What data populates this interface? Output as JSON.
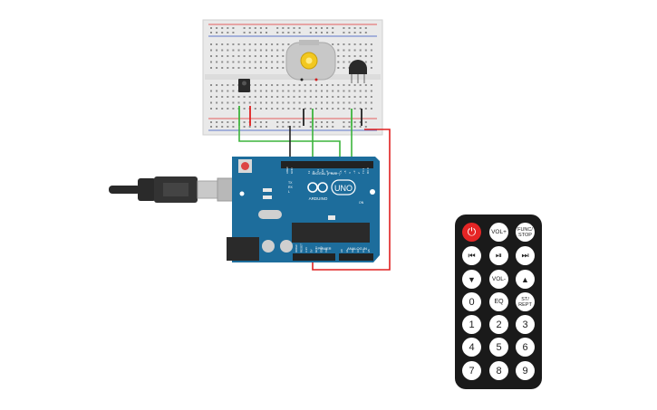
{
  "board": {
    "logo": "ARDUINO",
    "model": "UNO",
    "digital_label": "DIGITAL (PWM~)",
    "power_label": "POWER",
    "analog_label": "ANALOG IN",
    "tx_label": "TX",
    "rx_label": "RX",
    "l_label": "L",
    "on_label": "ON",
    "aref_label": "AREF",
    "gnd_label": "GND",
    "power_pins": [
      "IOREF",
      "RESET",
      "3.3V",
      "5V",
      "GND",
      "GND",
      "Vin"
    ],
    "analog_pins": [
      "A0",
      "A1",
      "A2",
      "A3",
      "A4",
      "A5"
    ],
    "digital_pins": [
      "13",
      "12",
      "~11",
      "~10",
      "~9",
      "8",
      "7",
      "~6",
      "~5",
      "4",
      "~3",
      "2",
      "TX 1",
      "RX 0"
    ]
  },
  "remote": {
    "buttons": [
      {
        "id": "power",
        "label": "⏻"
      },
      {
        "id": "vol-up",
        "label": "VOL+"
      },
      {
        "id": "func-stop",
        "label": "FUNC/ STOP"
      },
      {
        "id": "prev",
        "label": "⏮"
      },
      {
        "id": "play-pause",
        "label": "⏯"
      },
      {
        "id": "next",
        "label": "⏭"
      },
      {
        "id": "down",
        "label": "▼"
      },
      {
        "id": "vol-down",
        "label": "VOL-"
      },
      {
        "id": "up",
        "label": "▲"
      },
      {
        "id": "0",
        "label": "0"
      },
      {
        "id": "eq",
        "label": "EQ"
      },
      {
        "id": "st-rept",
        "label": "ST/ REPT"
      },
      {
        "id": "1",
        "label": "1"
      },
      {
        "id": "2",
        "label": "2"
      },
      {
        "id": "3",
        "label": "3"
      },
      {
        "id": "4",
        "label": "4"
      },
      {
        "id": "5",
        "label": "5"
      },
      {
        "id": "6",
        "label": "6"
      },
      {
        "id": "7",
        "label": "7"
      },
      {
        "id": "8",
        "label": "8"
      },
      {
        "id": "9",
        "label": "9"
      }
    ]
  },
  "colors": {
    "board_blue": "#1d6d9c",
    "wire_green": "#3cb43c",
    "wire_red": "#e02020",
    "wire_black": "#222222",
    "breadboard": "#ececec",
    "remote_body": "#1a1a1a",
    "power_button": "#e52525"
  }
}
